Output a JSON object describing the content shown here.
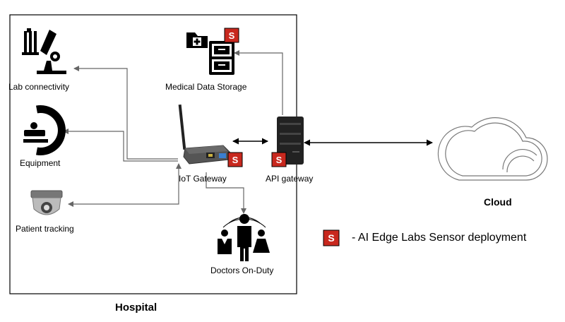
{
  "hospital": {
    "label": "Hospital"
  },
  "cloud": {
    "label": "Cloud"
  },
  "nodes": {
    "lab": {
      "label": "Lab connectivity"
    },
    "equipment": {
      "label": "Equipment"
    },
    "patient": {
      "label": "Patient tracking"
    },
    "storage": {
      "label": "Medical Data Storage"
    },
    "iot": {
      "label": "IoT Gateway"
    },
    "api": {
      "label": "API gateway"
    },
    "doctors": {
      "label": "Doctors On-Duty"
    }
  },
  "badge": {
    "letter": "S",
    "color": "#c8281e"
  },
  "legend": {
    "text": "- AI Edge Labs Sensor deployment"
  },
  "colors": {
    "connector": "#666666",
    "link": "#000000",
    "icon": "#000000"
  }
}
